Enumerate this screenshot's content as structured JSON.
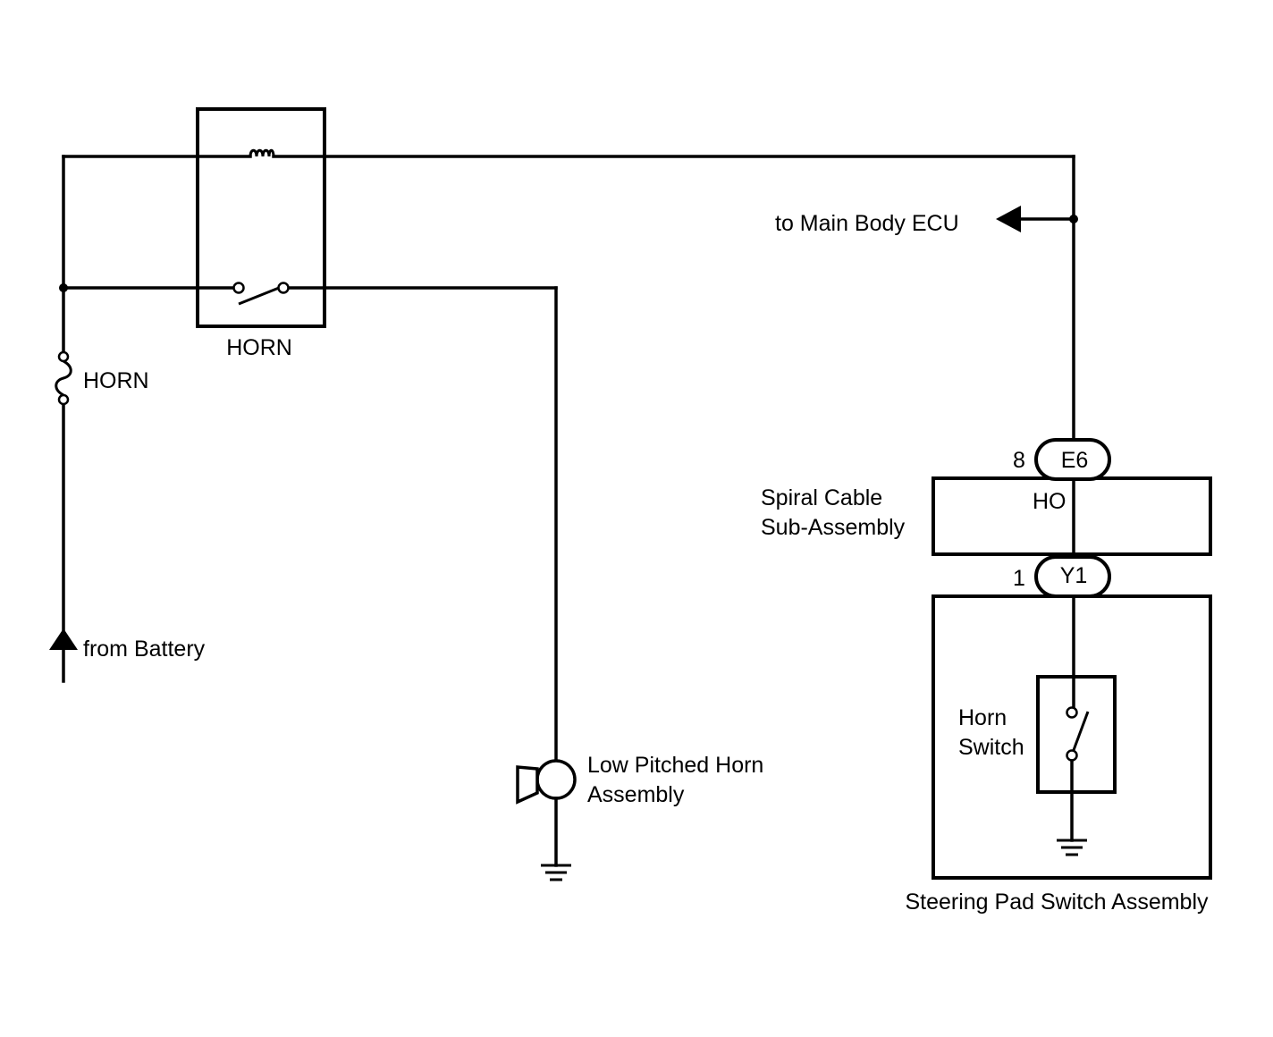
{
  "labels": {
    "relay": "HORN",
    "fuse": "HORN",
    "from_battery": "from Battery",
    "to_ecu": "to Main Body ECU",
    "horn_line1": "Low Pitched Horn",
    "horn_line2": "Assembly",
    "spiral_line1": "Spiral Cable",
    "spiral_line2": "Sub-Assembly",
    "spiral_terminal": "HO",
    "connector_top_id": "E6",
    "connector_top_pin": "8",
    "connector_bottom_id": "Y1",
    "connector_bottom_pin": "1",
    "switch_line1": "Horn",
    "switch_line2": "Switch",
    "steering_pad": "Steering Pad Switch Assembly"
  }
}
